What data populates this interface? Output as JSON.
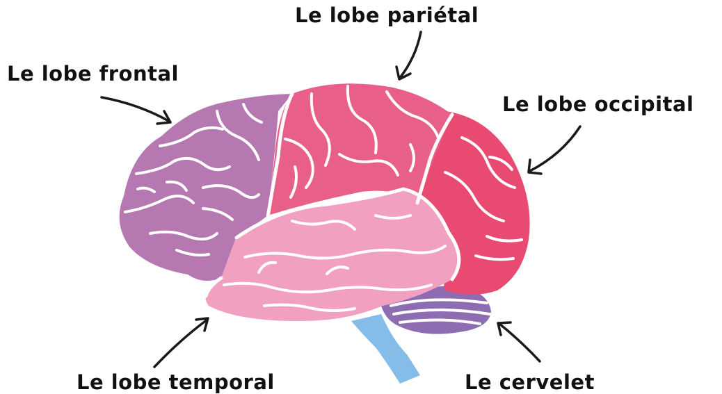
{
  "labels": {
    "parietal": "Le lobe pariétal",
    "frontal": "Le lobe frontal",
    "occipital": "Le lobe occipital",
    "temporal": "Le lobe temporal",
    "cerebellum": "Le cervelet"
  },
  "colors": {
    "frontal": "#b678b0",
    "parietal": "#e8608a",
    "occipital": "#e84a72",
    "temporal": "#f2a0c2",
    "cerebellum": "#8d6cb2",
    "brainstem": "#85bde8",
    "sulci": "#ffffff",
    "arrows": "#1a1a1a"
  }
}
